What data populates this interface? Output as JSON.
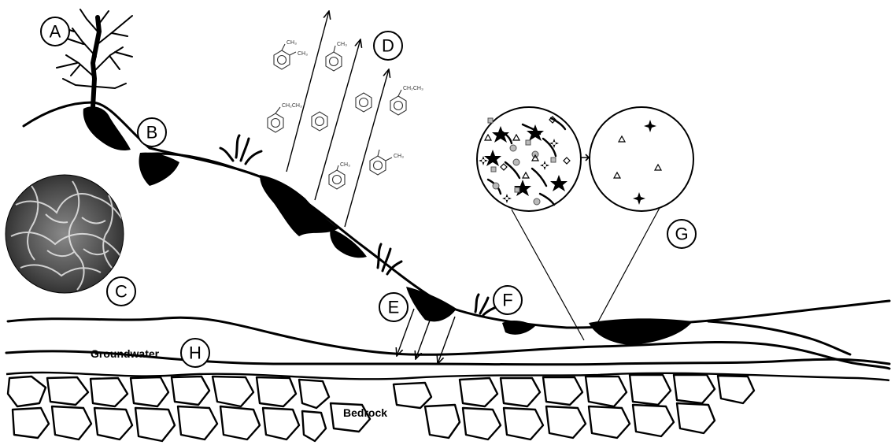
{
  "labels": {
    "a": "A",
    "b": "B",
    "c": "C",
    "d": "D",
    "e": "E",
    "f": "F",
    "g": "G",
    "h": "H"
  },
  "text": {
    "groundwater": "Groundwater",
    "bedrock": "Bedrock",
    "ethyl_1": "CH₂CH₃",
    "ethyl_2": "CH₂CH₃",
    "methyl_1": "CH₃",
    "methyl_2": "CH₃",
    "methyl_3": "CH₃",
    "methyl_4": "CH₃",
    "methyl_5": "CH₃"
  },
  "icons": {
    "tree": "tree-icon",
    "soil_micrograph": "soil-micrograph",
    "contaminant_circle": "contaminant-particles",
    "remediated_circle": "remediated-particles"
  },
  "colors": {
    "line": "#000000",
    "background": "#ffffff"
  }
}
